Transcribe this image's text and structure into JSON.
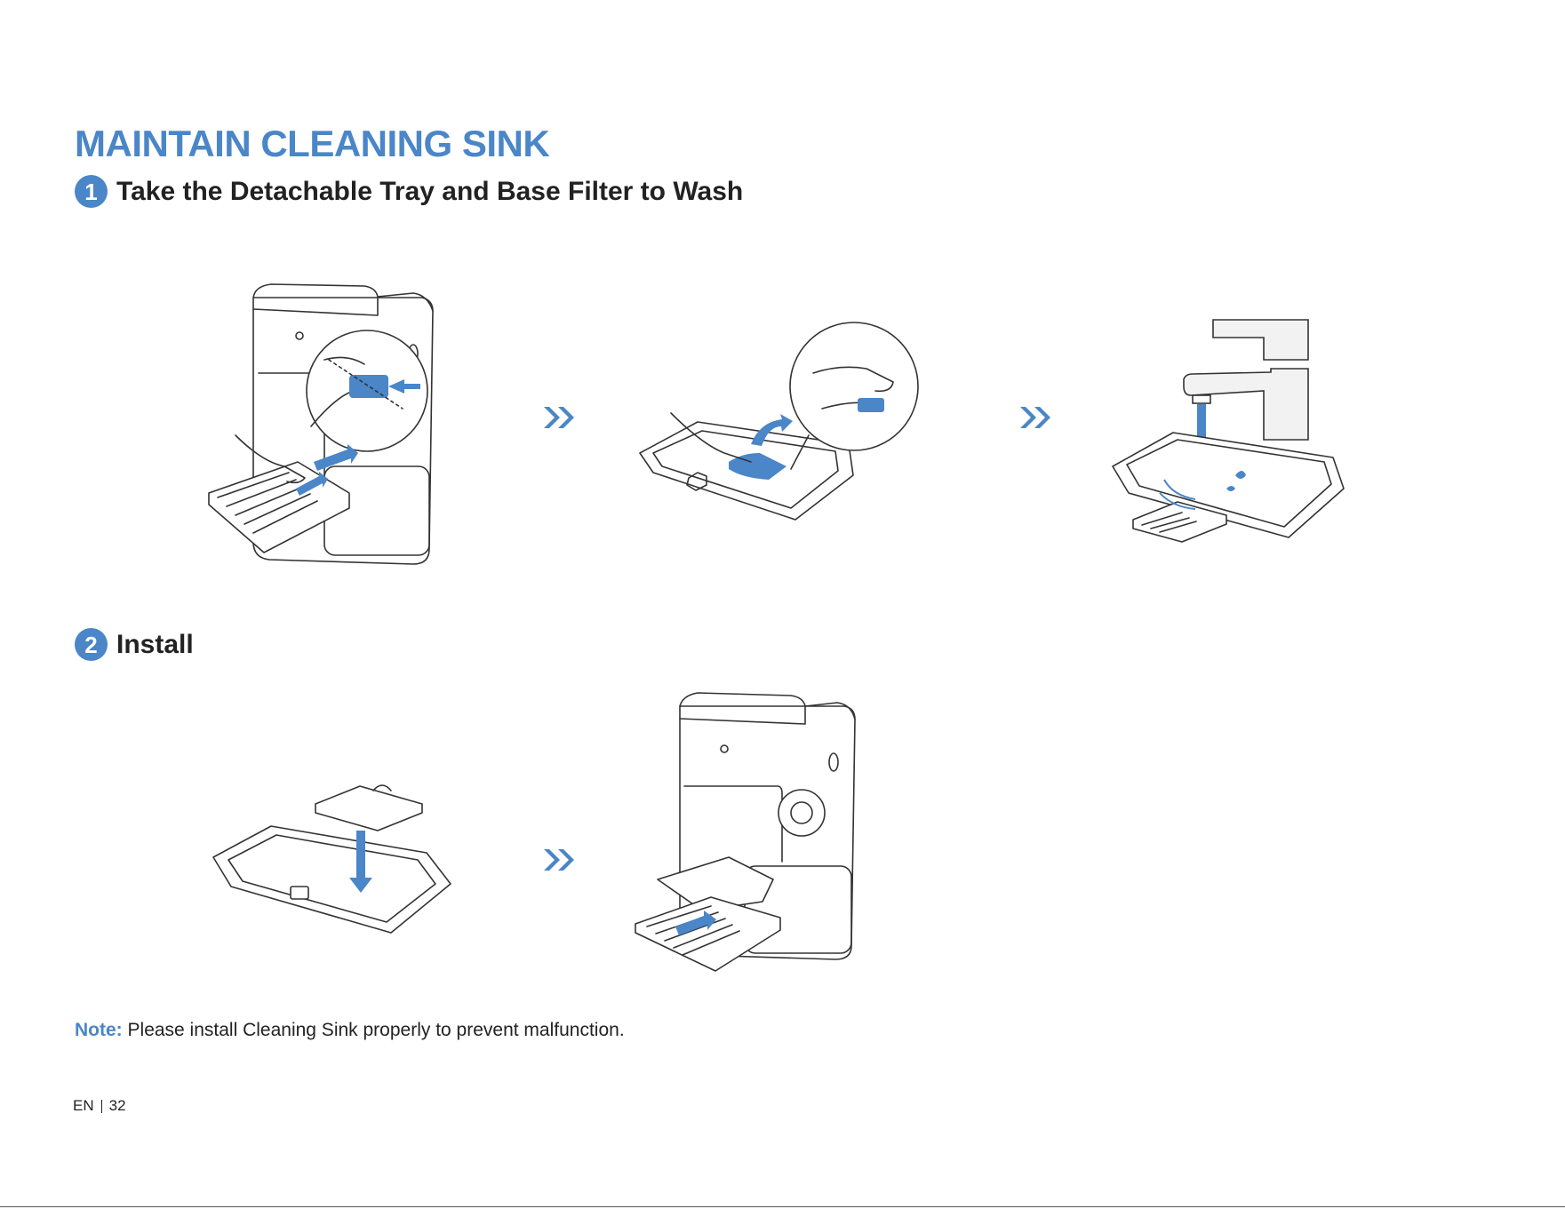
{
  "title": "MAINTAIN CLEANING SINK",
  "steps": [
    {
      "number": "1",
      "label": "Take the Detachable Tray and Base Filter to Wash"
    },
    {
      "number": "2",
      "label": "Install"
    }
  ],
  "note": {
    "label": "Note:",
    "text": "Please install Cleaning Sink properly to prevent malfunction."
  },
  "footer": {
    "language": "EN",
    "page_number": "32"
  },
  "colors": {
    "accent": "#4a86c8",
    "text": "#222222",
    "line": "#333333"
  },
  "icons": [
    "chevron-right-double-icon",
    "step-number-badge"
  ]
}
